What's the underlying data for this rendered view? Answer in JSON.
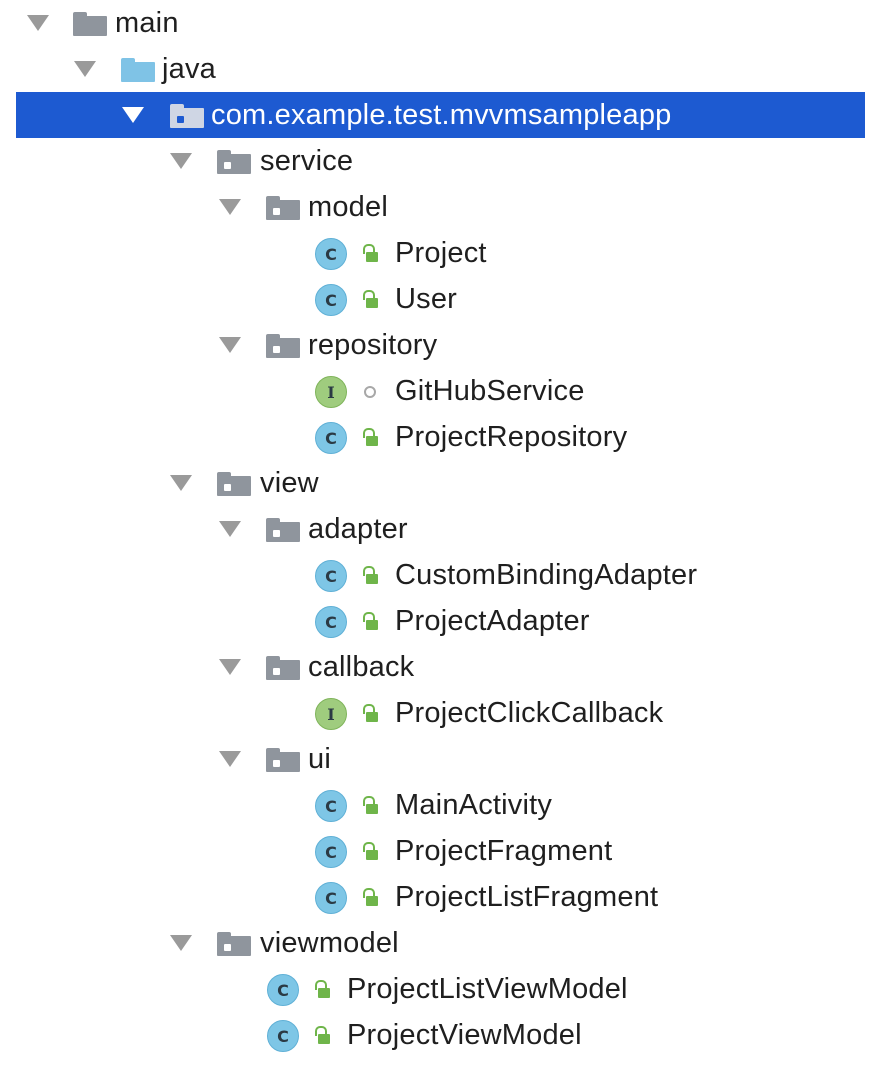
{
  "tree": {
    "main": "main",
    "java": "java",
    "package": "com.example.test.mvvmsampleapp",
    "service": "service",
    "model": "model",
    "project": "Project",
    "user": "User",
    "repository": "repository",
    "github_service": "GitHubService",
    "project_repository": "ProjectRepository",
    "view": "view",
    "adapter": "adapter",
    "custom_binding_adapter": "CustomBindingAdapter",
    "project_adapter": "ProjectAdapter",
    "callback": "callback",
    "project_click_callback": "ProjectClickCallback",
    "ui": "ui",
    "main_activity": "MainActivity",
    "project_fragment": "ProjectFragment",
    "project_list_fragment": "ProjectListFragment",
    "viewmodel": "viewmodel",
    "project_list_view_model": "ProjectListViewModel",
    "project_view_model": "ProjectViewModel"
  },
  "badges": {
    "class": "C",
    "interface": "I"
  },
  "selected_node": "com.example.test.mvvmsampleapp",
  "colors": {
    "selection": "#1d5ad1",
    "class_badge": "#7ec6e6",
    "interface_badge": "#9fcc7e",
    "public_lock": "#6fb54a",
    "folder": "#8f959d",
    "source_folder": "#7fc3e6"
  }
}
